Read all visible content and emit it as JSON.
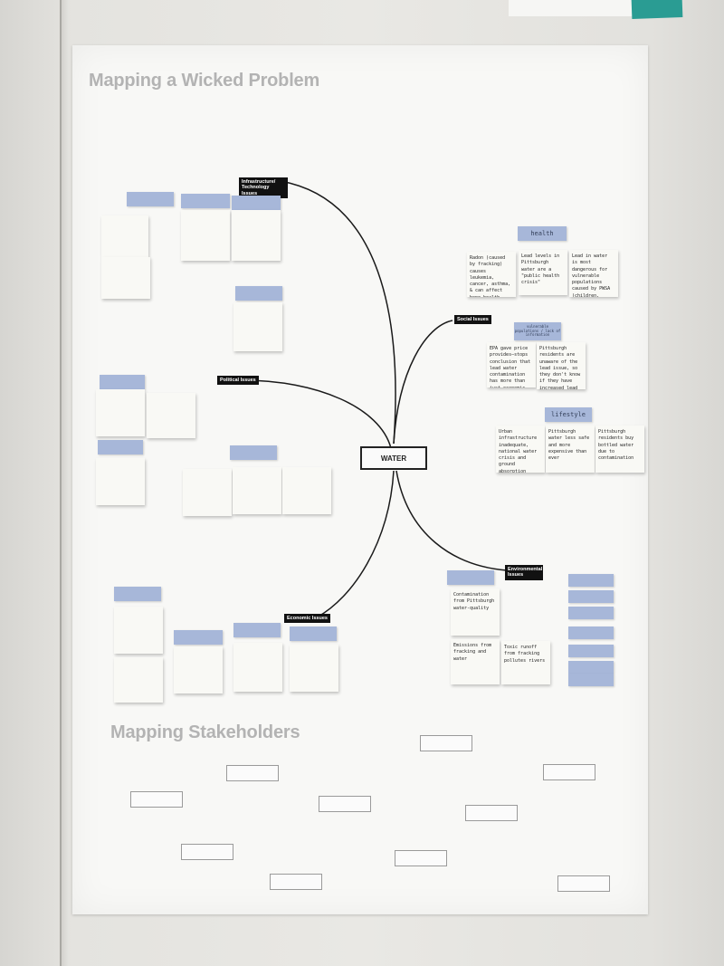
{
  "poster": {
    "title_wicked": "Mapping a Wicked Problem",
    "title_stakeholders": "Mapping Stakeholders",
    "hub_label": "WATER"
  },
  "branches": {
    "infrastructure": "Infrastructure/ Technology Issues",
    "social": "Social Issues",
    "political": "Political Issues",
    "economic": "Economic Issues",
    "environmental": "Environmental Issues"
  },
  "headers": {
    "health": "Health",
    "lifestyle": "Lifestyle",
    "vulnerable": "Vulnerable populations / lack of information"
  },
  "notes": {
    "health_1": "Radon (caused by fracking) causes leukemia, cancer, asthma, & can affect bone health",
    "health_2": "Lead levels in Pittsburgh water are a \"public health crisis\"",
    "health_3": "Lead in water is most dangerous for vulnerable populations caused by PWSA (children, expectant mothers, elderly)",
    "vuln_1": "EPA gave price provides—stops conclusion that lead water contamination has more than just economic effects",
    "vuln_2": "Pittsburgh residents are unaware of the lead issue, so they don't know if they have increased lead exposure",
    "life_1": "Urban infrastructure inadequate, national water crisis and ground absorption",
    "life_2": "Pittsburgh water less safe and more expensive than ever",
    "life_3": "Pittsburgh residents buy bottled water due to contamination",
    "env_1": "Contamination from Pittsburgh water-quality",
    "env_2": "Emissions from fracking and water",
    "env_3": "Toxic runoff from fracking pollutes rivers"
  },
  "colors": {
    "sticky_blue": "#a7b7d9",
    "sticky_white": "#f9f9f5",
    "connector": "#1a1a1a",
    "wall_tape": "#2a9c93"
  }
}
